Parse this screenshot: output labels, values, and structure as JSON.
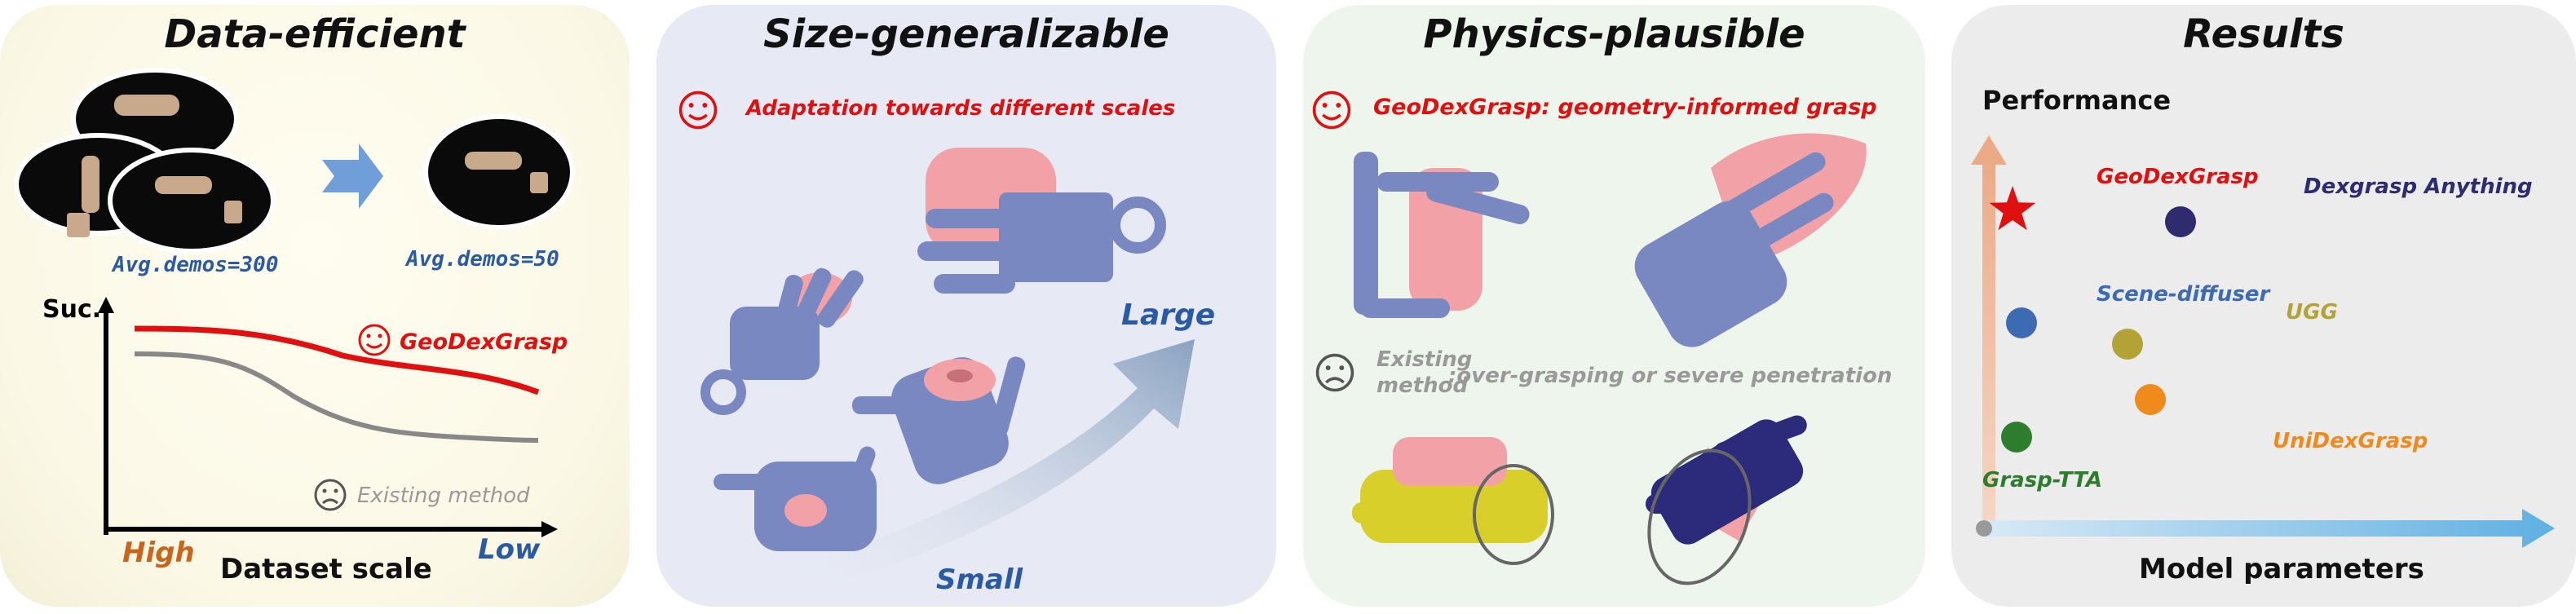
{
  "panel1": {
    "title": "Data-efficient",
    "demos_left": "Avg.demos=300",
    "demos_right": "Avg.demos=50",
    "y_axis_label": "Suc.",
    "x_axis_label": "Dataset scale",
    "x_high": "High",
    "x_low": "Low",
    "legend_ours": "GeoDexGrasp",
    "legend_existing": "Existing method"
  },
  "panel2": {
    "title": "Size-generalizable",
    "caption": "Adaptation towards different scales",
    "large_label": "Large",
    "small_label": "Small"
  },
  "panel3": {
    "title": "Physics-plausible",
    "caption": "GeoDexGrasp: geometry-informed grasp",
    "existing_line1": "Existing",
    "existing_line2": "method",
    "existing_desc": ":over-grasping or severe penetration"
  },
  "chart_data": {
    "type": "scatter",
    "title": "Results",
    "xlabel": "Model parameters",
    "ylabel": "Performance",
    "points": [
      {
        "name": "GeoDexGrasp",
        "marker": "star",
        "color": "#e01010"
      },
      {
        "name": "Dexgrasp Anything",
        "color": "#2e2c6e"
      },
      {
        "name": "Scene-diffuser",
        "color": "#3d6bb3"
      },
      {
        "name": "UGG",
        "color": "#b3a235"
      },
      {
        "name": "UniDexGrasp",
        "color": "#f08a1c"
      },
      {
        "name": "Grasp-TTA",
        "color": "#2e7d2e"
      }
    ]
  },
  "colors": {
    "ours_red": "#e01010",
    "existing_gray": "#888888",
    "blue_label": "#2b5aa5",
    "high_orange": "#c9641c",
    "hand_blue": "#7a88c2",
    "object_pink": "#f2a2a6",
    "hand_yellow": "#d9cf2a",
    "hand_navy": "#2c2a7a"
  }
}
